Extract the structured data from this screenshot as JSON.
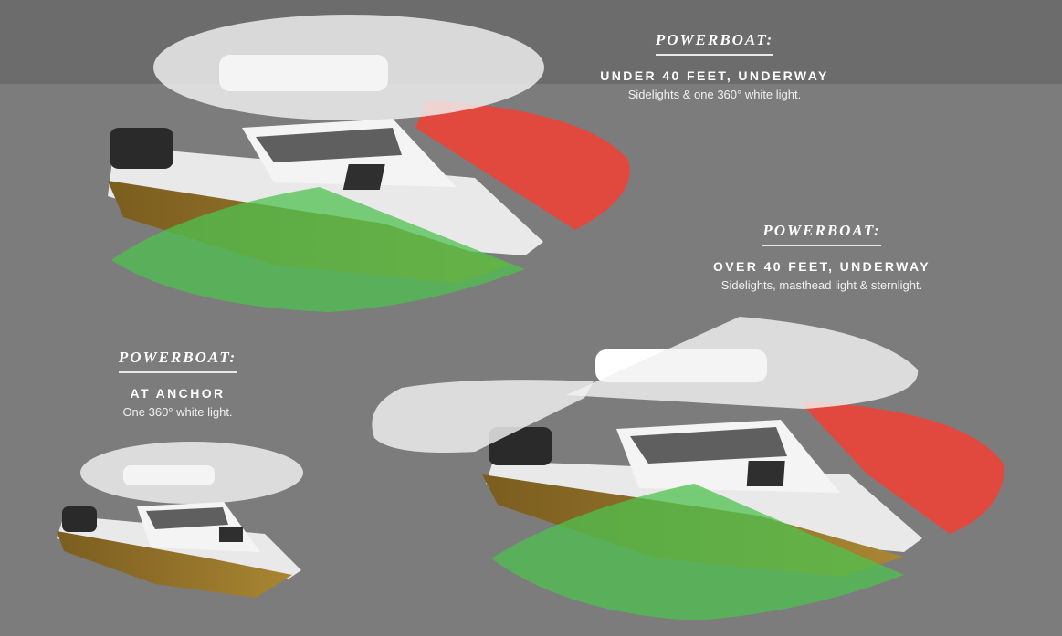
{
  "captions": [
    {
      "heading": "POWERBOAT:",
      "subheading": "UNDER 40 FEET, UNDERWAY",
      "description": "Sidelights & one 360° white light."
    },
    {
      "heading": "POWERBOAT:",
      "subheading": "OVER 40 FEET, UNDERWAY",
      "description": "Sidelights, masthead light & sternlight."
    },
    {
      "heading": "POWERBOAT:",
      "subheading": "AT ANCHOR",
      "description": "One 360° white light."
    }
  ],
  "colors": {
    "background": "#7c7c7c",
    "red_sidelight": "#e8473b",
    "green_sidelight": "#4fc24f",
    "white_light": "#f2f2f2",
    "hull_stripe": "#8a6a25"
  }
}
